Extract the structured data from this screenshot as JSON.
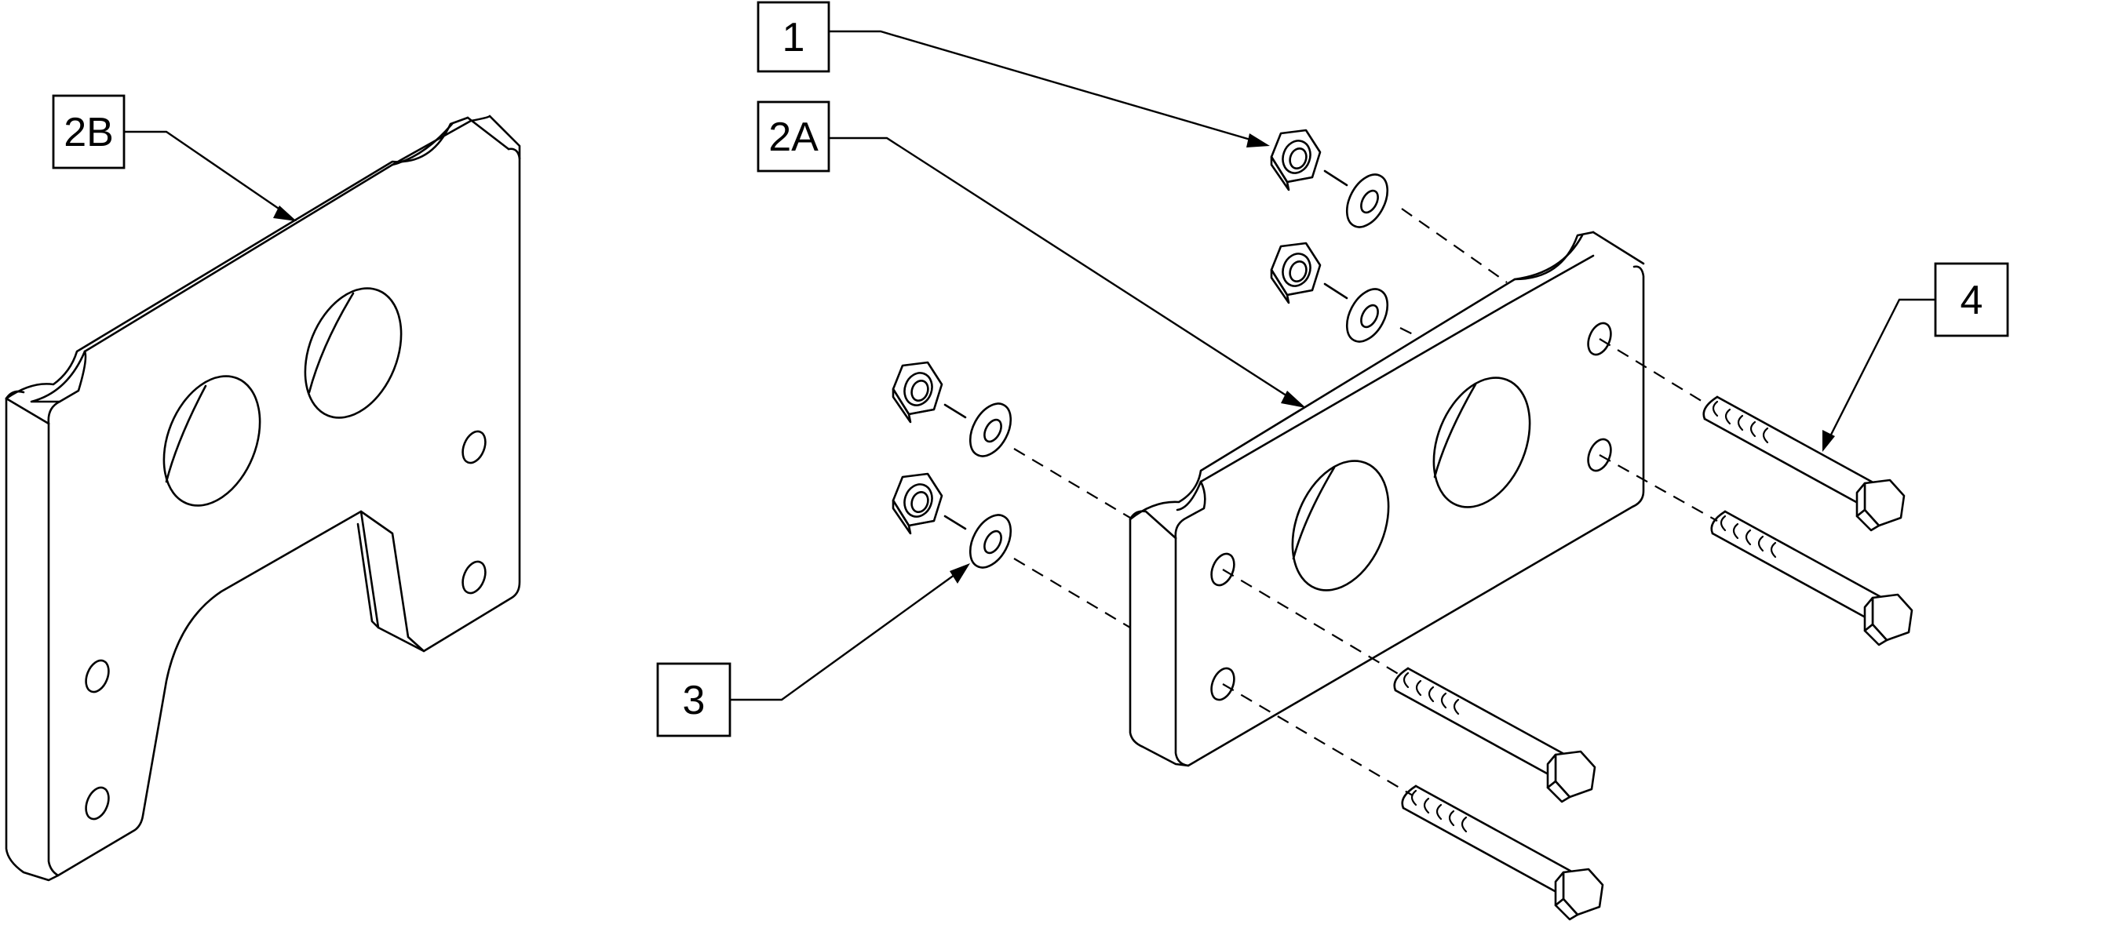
{
  "callouts": {
    "c1": "1",
    "c2a": "2A",
    "c2b": "2B",
    "c3": "3",
    "c4": "4"
  },
  "colors": {
    "line": "#000000",
    "background": "#ffffff"
  }
}
